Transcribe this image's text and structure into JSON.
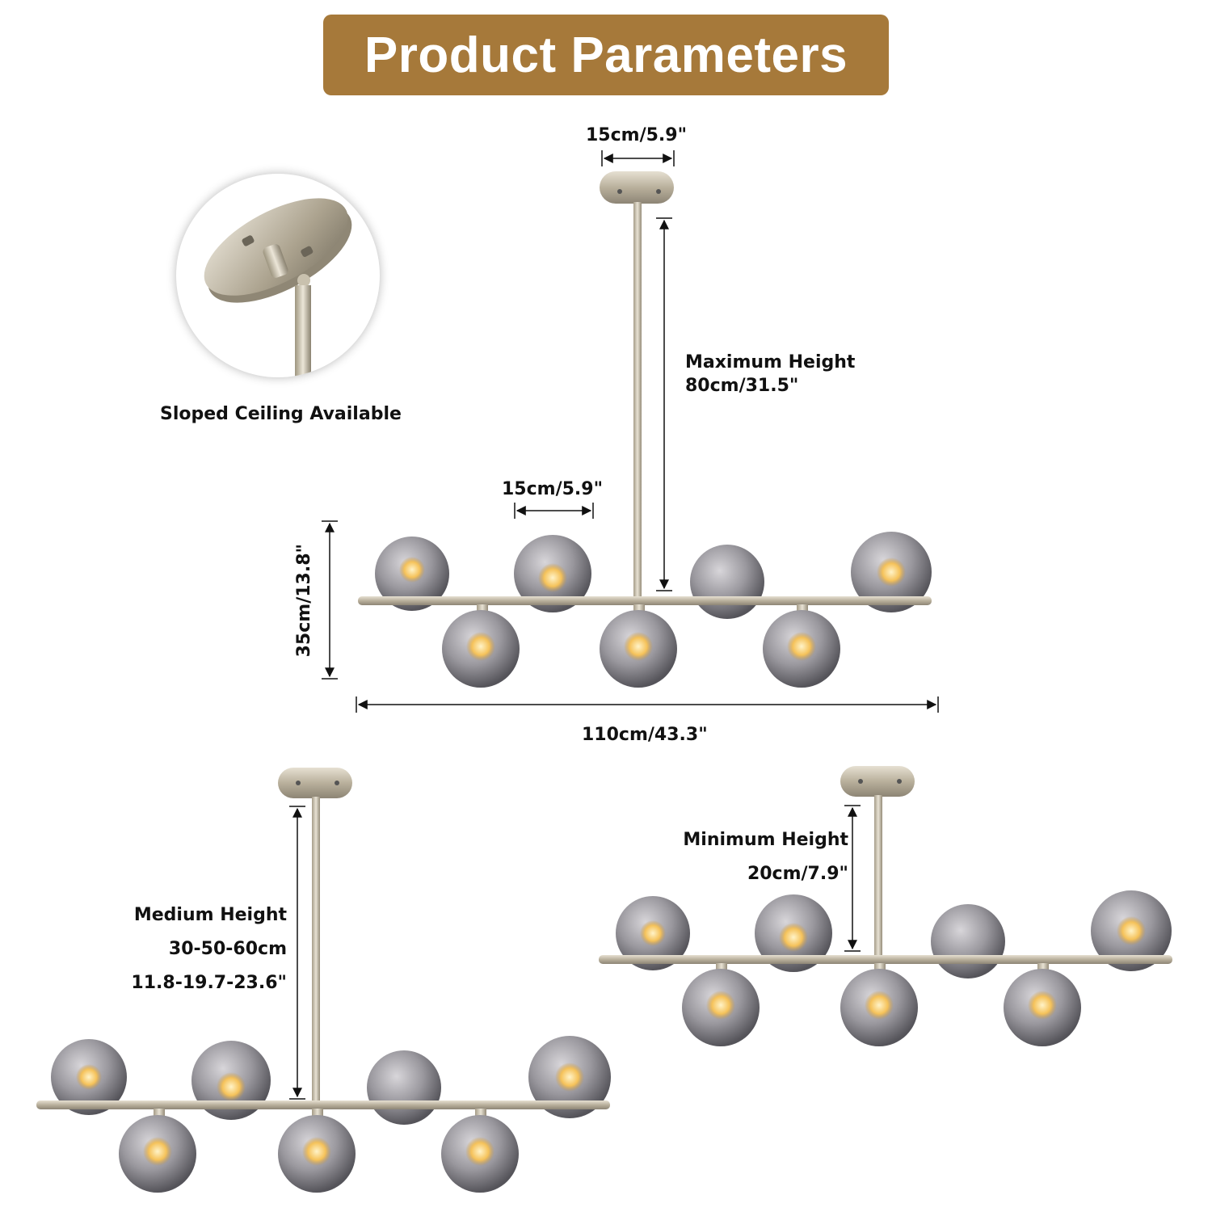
{
  "title": "Product Parameters",
  "sloped": {
    "label": "Sloped Ceiling Available"
  },
  "main": {
    "canopy_width": "15cm/5.9\"",
    "globe_spacing": "15cm/5.9\"",
    "max_height_label": "Maximum Height",
    "max_height_value": "80cm/31.5\"",
    "body_height": "35cm/13.8\"",
    "total_length": "110cm/43.3\""
  },
  "medium": {
    "label": "Medium Height",
    "metric": "30-50-60cm",
    "imperial": "11.8-19.7-23.6\""
  },
  "minimum": {
    "label": "Minimum Height",
    "value": "20cm/7.9\""
  },
  "colors": {
    "banner": "#a6793a",
    "metal": "#c8c0ae",
    "globe": "#8c8c94",
    "bulb": "#f5c25a"
  }
}
